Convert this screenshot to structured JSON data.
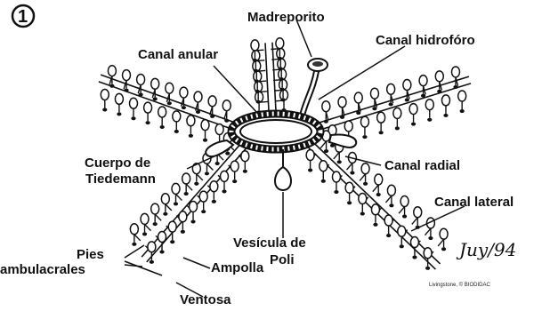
{
  "figure": {
    "number": "1",
    "labels": {
      "madreporito": "Madreporito",
      "canal_hidroforo": "Canal hidrofóro",
      "canal_anular": "Canal anular",
      "cuerpo_de": "Cuerpo de",
      "tiedemann": "Tiedemann",
      "canal_radial": "Canal radial",
      "canal_lateral": "Canal lateral",
      "vesicula_de": "Vesícula de",
      "poli": "Poli",
      "pies": "Pies",
      "ambulacrales": "ambulacrales",
      "ampolla": "Ampolla",
      "ventosa": "Ventosa"
    },
    "signature": "Juy/94",
    "credit": "Livingstone, © BIODIDAC"
  }
}
